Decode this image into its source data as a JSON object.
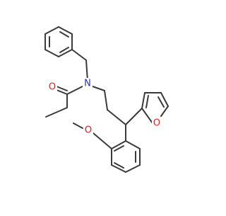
{
  "molecule": {
    "atoms": {
      "nitrogen": "N",
      "carbonyl_oxygen": "O",
      "furan_oxygen": "O",
      "methoxy_oxygen": "O"
    },
    "colors": {
      "bond": "#3a3a3a",
      "nitrogen": "#2b2bd6",
      "oxygen": "#e02020"
    }
  }
}
